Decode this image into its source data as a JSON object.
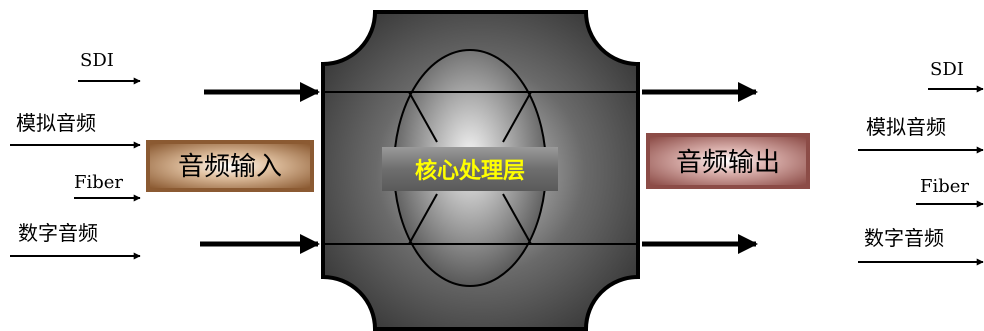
{
  "inputs": {
    "labels": [
      "SDI",
      "模拟音频",
      "Fiber",
      "数字音频"
    ],
    "box": "音频输入"
  },
  "core": {
    "label": "核心处理层"
  },
  "outputs": {
    "labels": [
      "SDI",
      "模拟音频",
      "Fiber",
      "数字音频"
    ],
    "box": "音频输出"
  },
  "colors": {
    "input_box": "#b07a50",
    "output_box": "#a86a66",
    "core_label": "#ffff00",
    "core_body": "#707070",
    "arrow": "#000000"
  }
}
